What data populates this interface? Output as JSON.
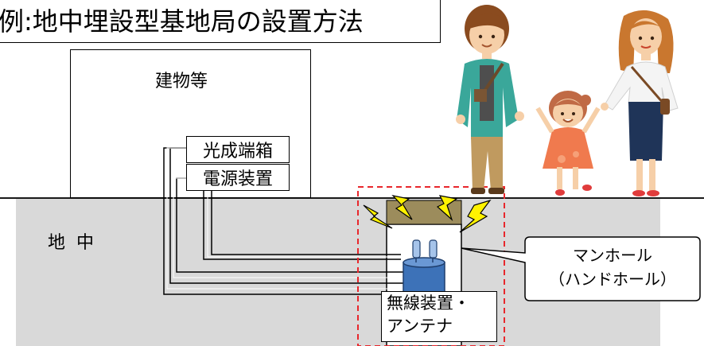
{
  "title": "例:地中埋設型基地局の設置方法",
  "building": {
    "label": "建物等"
  },
  "equipment": {
    "optical_box": "光成端箱",
    "power_unit": "電源装置"
  },
  "ground": {
    "label": "地中"
  },
  "radio_unit": {
    "line1": "無線装置・",
    "line2": "アンテナ"
  },
  "manhole_callout": {
    "line1": "マンホール",
    "line2": "（ハンドホール）"
  },
  "colors": {
    "ground": "#d9d9d9",
    "dashed_outline": "#e8272c",
    "lid": "#9c8c5c",
    "signal": "#fff200",
    "radio_body": "#3d72b8"
  }
}
